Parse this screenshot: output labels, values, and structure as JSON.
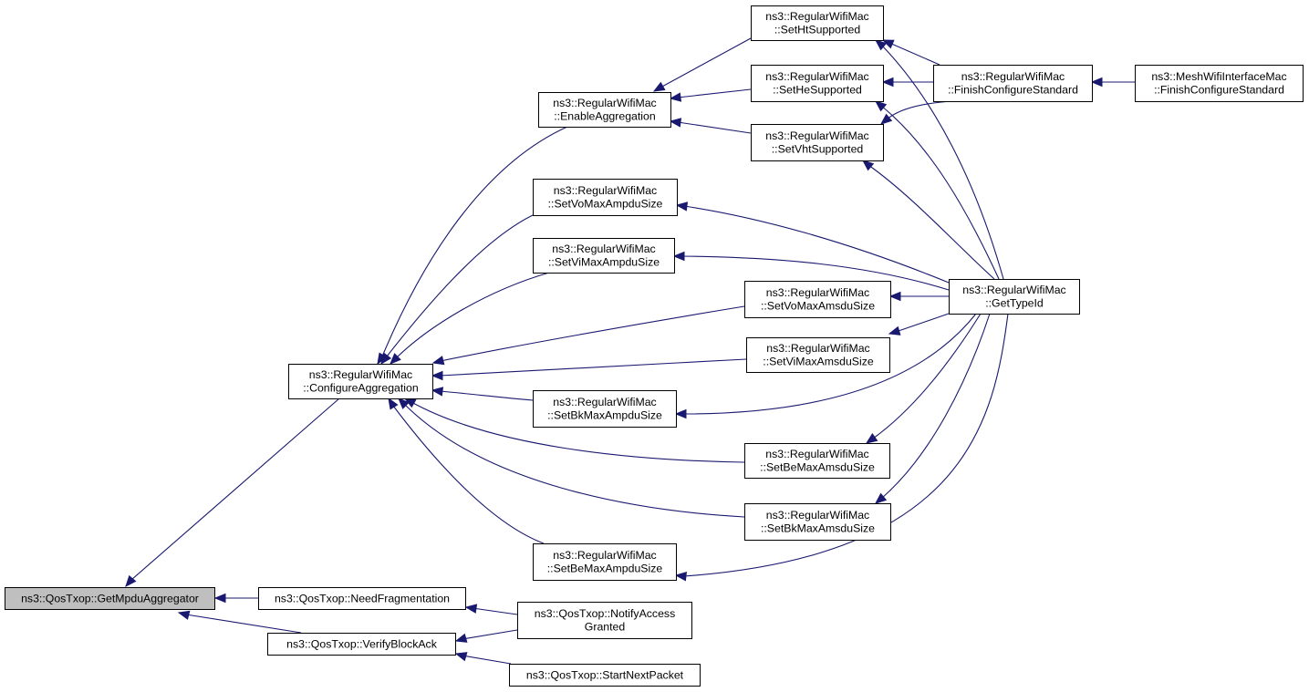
{
  "graph": {
    "type": "caller-graph",
    "nodes": [
      {
        "id": "get_mpdu_aggregator",
        "lines": [
          "ns3::QosTxop::GetMpduAggregator"
        ],
        "highlighted": true
      },
      {
        "id": "configure_aggregation",
        "lines": [
          "ns3::RegularWifiMac",
          "::ConfigureAggregation"
        ]
      },
      {
        "id": "need_fragmentation",
        "lines": [
          "ns3::QosTxop::NeedFragmentation"
        ]
      },
      {
        "id": "verify_block_ack",
        "lines": [
          "ns3::QosTxop::VerifyBlockAck"
        ]
      },
      {
        "id": "notify_access_granted",
        "lines": [
          "ns3::QosTxop::NotifyAccess",
          "Granted"
        ]
      },
      {
        "id": "start_next_packet",
        "lines": [
          "ns3::QosTxop::StartNextPacket"
        ]
      },
      {
        "id": "enable_aggregation",
        "lines": [
          "ns3::RegularWifiMac",
          "::EnableAggregation"
        ]
      },
      {
        "id": "set_vo_max_ampdu",
        "lines": [
          "ns3::RegularWifiMac",
          "::SetVoMaxAmpduSize"
        ]
      },
      {
        "id": "set_vi_max_ampdu",
        "lines": [
          "ns3::RegularWifiMac",
          "::SetViMaxAmpduSize"
        ]
      },
      {
        "id": "set_vo_max_amsdu",
        "lines": [
          "ns3::RegularWifiMac",
          "::SetVoMaxAmsduSize"
        ]
      },
      {
        "id": "set_vi_max_amsdu",
        "lines": [
          "ns3::RegularWifiMac",
          "::SetViMaxAmsduSize"
        ]
      },
      {
        "id": "set_bk_max_ampdu",
        "lines": [
          "ns3::RegularWifiMac",
          "::SetBkMaxAmpduSize"
        ]
      },
      {
        "id": "set_be_max_amsdu",
        "lines": [
          "ns3::RegularWifiMac",
          "::SetBeMaxAmsduSize"
        ]
      },
      {
        "id": "set_bk_max_amsdu",
        "lines": [
          "ns3::RegularWifiMac",
          "::SetBkMaxAmsduSize"
        ]
      },
      {
        "id": "set_be_max_ampdu",
        "lines": [
          "ns3::RegularWifiMac",
          "::SetBeMaxAmpduSize"
        ]
      },
      {
        "id": "set_ht_supported",
        "lines": [
          "ns3::RegularWifiMac",
          "::SetHtSupported"
        ]
      },
      {
        "id": "set_he_supported",
        "lines": [
          "ns3::RegularWifiMac",
          "::SetHeSupported"
        ]
      },
      {
        "id": "set_vht_supported",
        "lines": [
          "ns3::RegularWifiMac",
          "::SetVhtSupported"
        ]
      },
      {
        "id": "finish_configure_standard",
        "lines": [
          "ns3::RegularWifiMac",
          "::FinishConfigureStandard"
        ]
      },
      {
        "id": "mesh_finish_configure_standard",
        "lines": [
          "ns3::MeshWifiInterfaceMac",
          "::FinishConfigureStandard"
        ]
      },
      {
        "id": "get_type_id",
        "lines": [
          "ns3::RegularWifiMac",
          "::GetTypeId"
        ]
      }
    ],
    "edges": [
      {
        "from": "configure_aggregation",
        "to": "get_mpdu_aggregator"
      },
      {
        "from": "need_fragmentation",
        "to": "get_mpdu_aggregator"
      },
      {
        "from": "verify_block_ack",
        "to": "get_mpdu_aggregator"
      },
      {
        "from": "notify_access_granted",
        "to": "need_fragmentation"
      },
      {
        "from": "notify_access_granted",
        "to": "verify_block_ack"
      },
      {
        "from": "start_next_packet",
        "to": "verify_block_ack"
      },
      {
        "from": "enable_aggregation",
        "to": "configure_aggregation"
      },
      {
        "from": "set_vo_max_ampdu",
        "to": "configure_aggregation"
      },
      {
        "from": "set_vi_max_ampdu",
        "to": "configure_aggregation"
      },
      {
        "from": "set_vo_max_amsdu",
        "to": "configure_aggregation"
      },
      {
        "from": "set_vi_max_amsdu",
        "to": "configure_aggregation"
      },
      {
        "from": "set_bk_max_ampdu",
        "to": "configure_aggregation"
      },
      {
        "from": "set_be_max_amsdu",
        "to": "configure_aggregation"
      },
      {
        "from": "set_bk_max_amsdu",
        "to": "configure_aggregation"
      },
      {
        "from": "set_be_max_ampdu",
        "to": "configure_aggregation"
      },
      {
        "from": "set_ht_supported",
        "to": "enable_aggregation"
      },
      {
        "from": "set_he_supported",
        "to": "enable_aggregation"
      },
      {
        "from": "set_vht_supported",
        "to": "enable_aggregation"
      },
      {
        "from": "finish_configure_standard",
        "to": "set_ht_supported"
      },
      {
        "from": "finish_configure_standard",
        "to": "set_he_supported"
      },
      {
        "from": "finish_configure_standard",
        "to": "set_vht_supported"
      },
      {
        "from": "mesh_finish_configure_standard",
        "to": "finish_configure_standard"
      },
      {
        "from": "get_type_id",
        "to": "set_ht_supported"
      },
      {
        "from": "get_type_id",
        "to": "set_he_supported"
      },
      {
        "from": "get_type_id",
        "to": "set_vht_supported"
      },
      {
        "from": "get_type_id",
        "to": "set_vo_max_ampdu"
      },
      {
        "from": "get_type_id",
        "to": "set_vi_max_ampdu"
      },
      {
        "from": "get_type_id",
        "to": "set_vo_max_amsdu"
      },
      {
        "from": "get_type_id",
        "to": "set_vi_max_amsdu"
      },
      {
        "from": "get_type_id",
        "to": "set_bk_max_ampdu"
      },
      {
        "from": "get_type_id",
        "to": "set_be_max_amsdu"
      },
      {
        "from": "get_type_id",
        "to": "set_bk_max_amsdu"
      },
      {
        "from": "get_type_id",
        "to": "set_be_max_ampdu"
      }
    ]
  },
  "colors": {
    "edge": "#191970",
    "node_border": "#000000",
    "node_fill": "#ffffff",
    "highlight_fill": "#bfbfbf"
  }
}
